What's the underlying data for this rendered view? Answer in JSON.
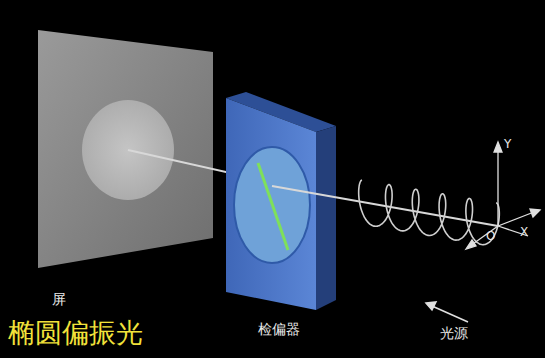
{
  "diagram": {
    "caption": "椭圆偏振光",
    "labels": [
      "屏",
      "检偏器",
      "光源",
      "Y",
      "X",
      "O"
    ]
  }
}
